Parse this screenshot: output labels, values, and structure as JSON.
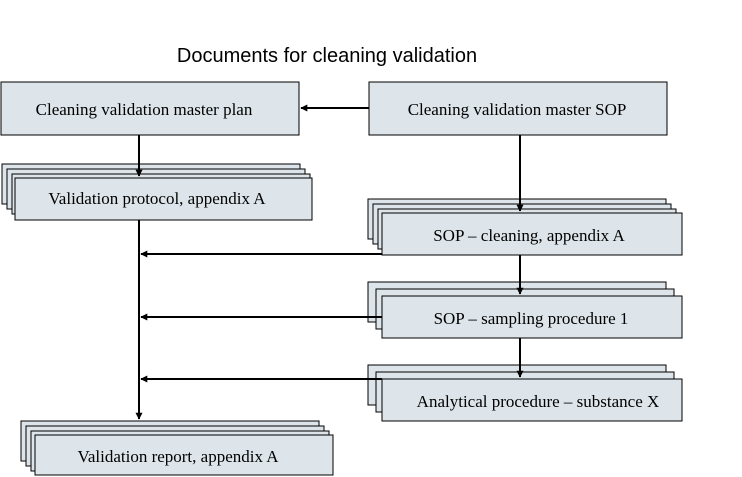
{
  "title": "Documents for cleaning validation",
  "nodes": {
    "master_plan": "Cleaning validation master plan",
    "master_sop": "Cleaning validation master SOP",
    "protocol": "Validation protocol, appendix A",
    "sop_cleaning": "SOP – cleaning, appendix A",
    "sop_sampling": "SOP – sampling procedure 1",
    "analytical": "Analytical procedure – substance X",
    "report": "Validation report, appendix A"
  },
  "colors": {
    "box_fill": "#dde5ea",
    "stroke": "#000000"
  }
}
